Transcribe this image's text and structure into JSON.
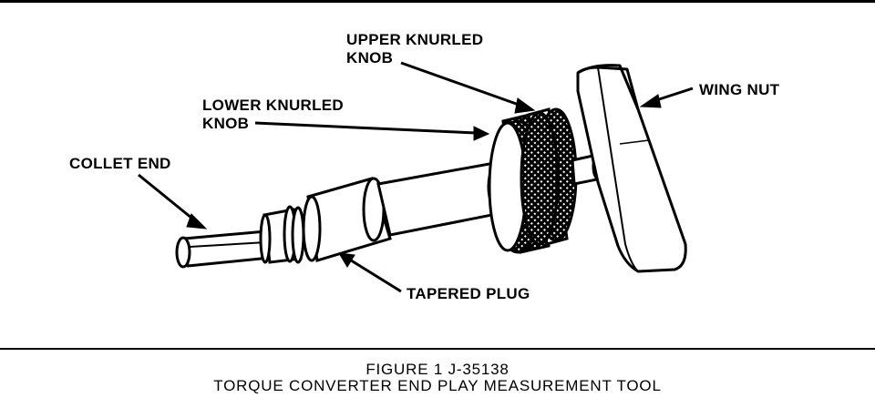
{
  "labels": {
    "upper_knob_line1": "UPPER KNURLED",
    "upper_knob_line2": "KNOB",
    "lower_knob_line1": "LOWER KNURLED",
    "lower_knob_line2": "KNOB",
    "wing_nut": "WING NUT",
    "collet_end": "COLLET END",
    "tapered_plug": "TAPERED PLUG"
  },
  "caption": {
    "line1": "FIGURE 1 J-35138",
    "line2": "TORQUE CONVERTER END PLAY MEASUREMENT TOOL"
  }
}
